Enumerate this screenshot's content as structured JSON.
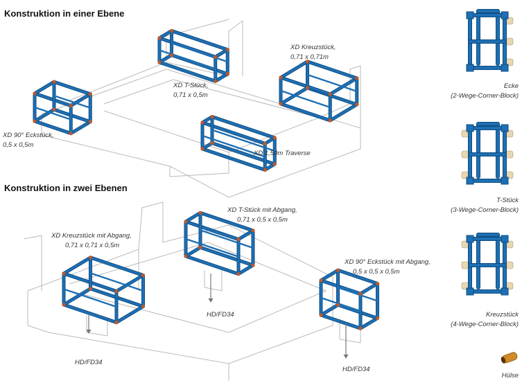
{
  "headings": {
    "section1": "Konstruktion in einer Ebene",
    "section2": "Konstruktion in zwei Ebenen"
  },
  "level1": {
    "corner": {
      "name": "XD 90° Eckstück,",
      "size": "0,5 x 0,5m"
    },
    "t_piece": {
      "name": "XD T-Stück,",
      "size": "0,71 x 0,5m"
    },
    "cross": {
      "name": "XD Kreuzstück,",
      "size": "0,71 x 0,71m"
    },
    "traverse": {
      "name": "XD 1,50m Traverse"
    }
  },
  "level2": {
    "cross": {
      "name": "XD Kreuzstück mit Abgang,",
      "size": "0,71 x 0,71 x 0,5m"
    },
    "t_piece": {
      "name": "XD T-Stück mit Abgang,",
      "size": "0,71 x 0,5 x 0,5m"
    },
    "corner": {
      "name": "XD 90° Eckstück mit Abgang,",
      "size": "0,5 x 0,5 x 0,5m"
    },
    "hd_labels": [
      "HD/FD34",
      "HD/FD34",
      "HD/FD34"
    ]
  },
  "legend": {
    "ecke": {
      "title": "Ecke",
      "desc": "(2-Wege-Corner-Block)"
    },
    "t_stueck": {
      "title": "T-Stück",
      "desc": "(3-Wege-Corner-Block)"
    },
    "kreuz": {
      "title": "Kreuzstück",
      "desc": "(4-Wege-Corner-Block)"
    },
    "huelse": {
      "title": "Hülse"
    }
  },
  "colors": {
    "truss": "#1e6fb3",
    "truss_dark": "#0f4c80",
    "node": "#c0582a",
    "sleeve": "#e8d7b0",
    "outline": "#b9b9b9",
    "huelse": "#d08a2a"
  }
}
